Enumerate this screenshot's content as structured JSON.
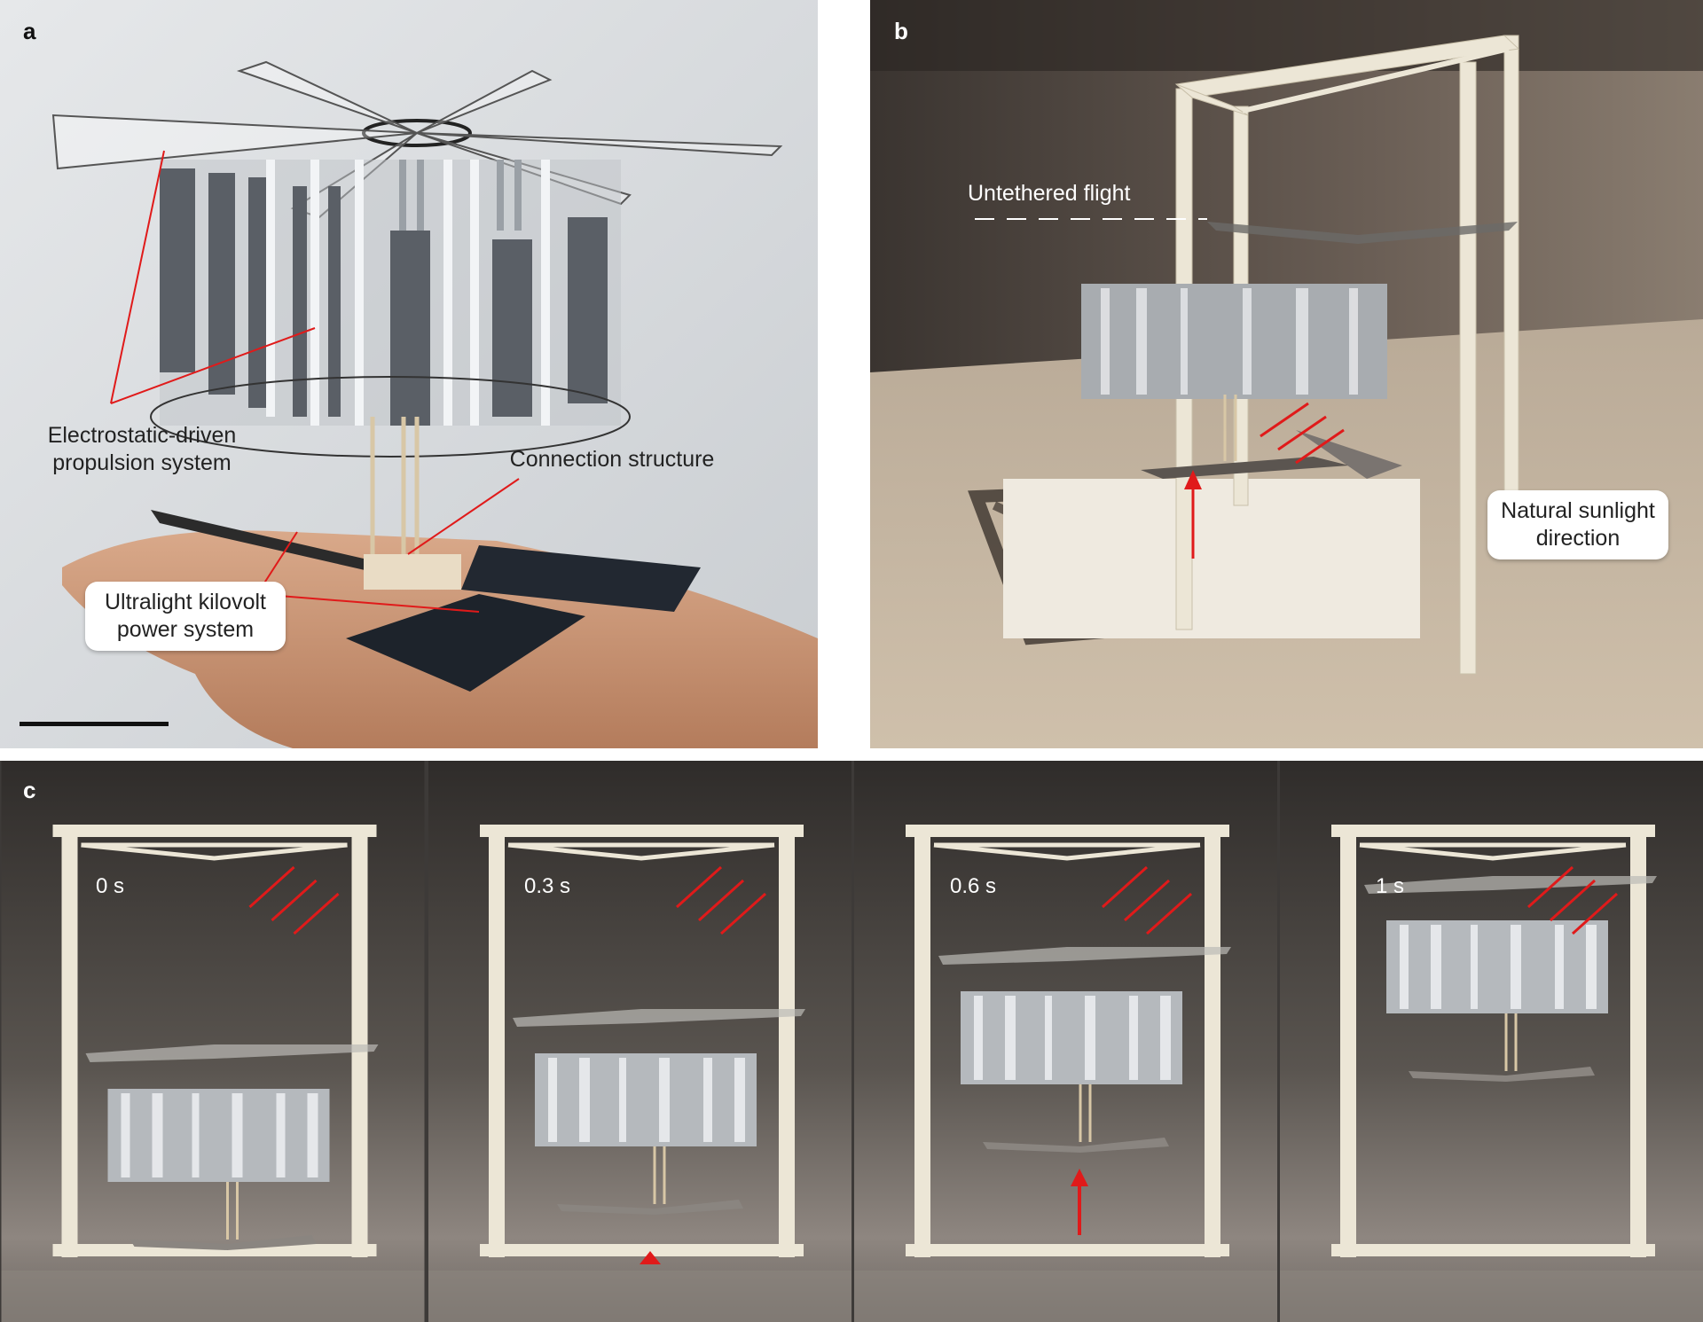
{
  "panels": {
    "a": {
      "letter": "a",
      "labels": {
        "propulsion_line1": "Electrostatic-driven",
        "propulsion_line2": "propulsion system",
        "connection": "Connection structure",
        "power_line1": "Ultralight kilovolt",
        "power_line2": "power system"
      }
    },
    "b": {
      "letter": "b",
      "labels": {
        "flight": "Untethered flight",
        "sunlight_line1": "Natural sunlight",
        "sunlight_line2": "direction"
      }
    },
    "c": {
      "letter": "c",
      "frames": [
        {
          "time": "0 s"
        },
        {
          "time": "0.3 s"
        },
        {
          "time": "0.6 s"
        },
        {
          "time": "1 s"
        }
      ]
    }
  },
  "colors": {
    "annotation_red": "#e01a1a",
    "frame_cream": "#ece6d6",
    "background_gray": "#dcdedf"
  }
}
